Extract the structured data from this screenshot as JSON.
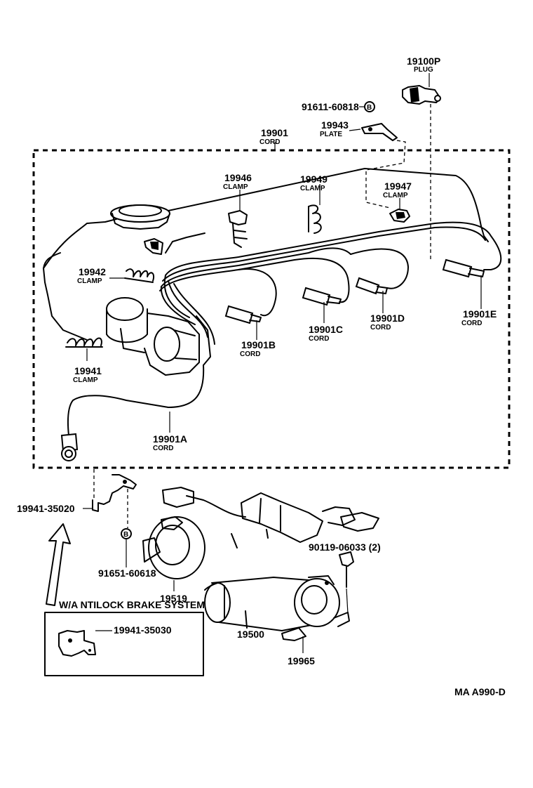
{
  "labels": {
    "plug": {
      "num": "19100P",
      "sub": "PLUG"
    },
    "bolt_top": {
      "num": "91611-60818"
    },
    "plate": {
      "num": "19943",
      "sub": "PLATE"
    },
    "cord_main": {
      "num": "19901",
      "sub": "CORD"
    },
    "clamp_19946": {
      "num": "19946",
      "sub": "CLAMP"
    },
    "clamp_19949": {
      "num": "19949",
      "sub": "CLAMP"
    },
    "clamp_19947": {
      "num": "19947",
      "sub": "CLAMP"
    },
    "clamp_19942": {
      "num": "19942",
      "sub": "CLAMP"
    },
    "clamp_19941": {
      "num": "19941",
      "sub": "CLAMP"
    },
    "cord_b": {
      "num": "19901B",
      "sub": "CORD"
    },
    "cord_c": {
      "num": "19901C",
      "sub": "CORD"
    },
    "cord_d": {
      "num": "19901D",
      "sub": "CORD"
    },
    "cord_e": {
      "num": "19901E",
      "sub": "CORD"
    },
    "cord_a": {
      "num": "19901A",
      "sub": "CORD"
    },
    "bracket": {
      "num": "19941-35020"
    },
    "bolt_lower": {
      "num": "91651-60618"
    },
    "cap": {
      "num": "19519"
    },
    "coil": {
      "num": "19500"
    },
    "coil_bracket": {
      "num": "19965"
    },
    "screw": {
      "num": "90119-06033 (2)"
    },
    "inset_title": "W/A NTILOCK BRAKE SYSTEM",
    "inset_part": "19941-35030",
    "page_code": "MA  A990-D"
  }
}
